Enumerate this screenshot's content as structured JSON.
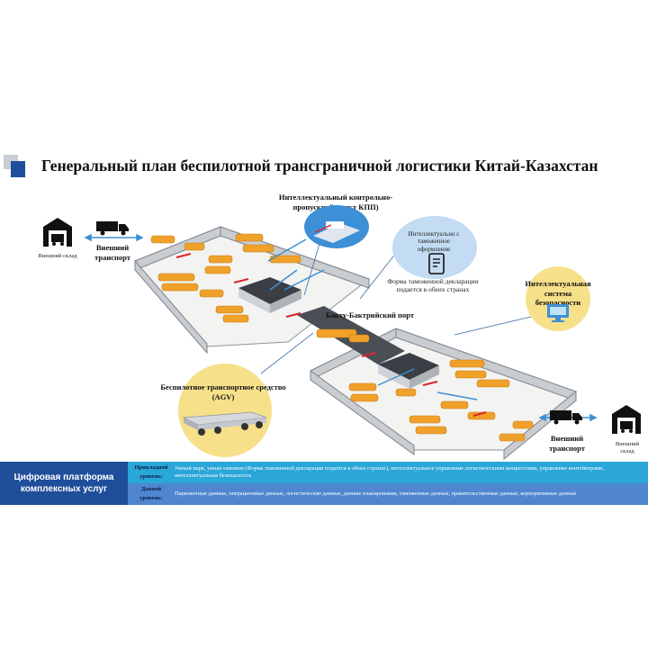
{
  "title": "Генеральный план беспилотной трансграничной логистики Китай-Казахстан",
  "left_side": {
    "warehouse_label": "Внешний склад",
    "transport_label": "Внешний транспорт"
  },
  "right_side": {
    "warehouse_label": "Внешний склад",
    "transport_label": "Внешний транспорт"
  },
  "callouts": {
    "checkpoint": "Интеллектуальный контрольно-пропускной пункт КПП)",
    "customs_office": "Интеллектуально с таможенное оформление",
    "declaration_note": "Форма таможенной декларации подается в обеих странах",
    "port": "Бакту-Бактрийский порт",
    "security": "Интеллектуальная система безопасности",
    "agv": "Беспилотное транспортное средство (AGV)"
  },
  "platform": {
    "name_line1": "Цифровая платформа",
    "name_line2": "комплексных услуг",
    "rows": [
      {
        "label_line1": "Прикладной",
        "label_line2": "уровень:",
        "text": "Умный парк, умная таможня (Форма таможенной декларации подается в обеих странах), интеллектуальное управление логистическими мощностями, управление контейнерами, интеллектуальная безопасность"
      },
      {
        "label_line1": "Данной",
        "label_line2": "уровень:",
        "text": "Парковочные данные, операционные данные, логистические данные, данные планирования, таможенные данные, правительственные данные, корпоративные данные"
      }
    ]
  },
  "colors": {
    "accent_blue": "#1f4e9a",
    "light_blue": "#2aa6d8",
    "mid_blue": "#4f86cf",
    "circle_blue": "#3d8fd6",
    "circle_yellow": "#f7e08a",
    "container_orange": "#f0a12a",
    "fence_gray": "#9aa0a6"
  }
}
